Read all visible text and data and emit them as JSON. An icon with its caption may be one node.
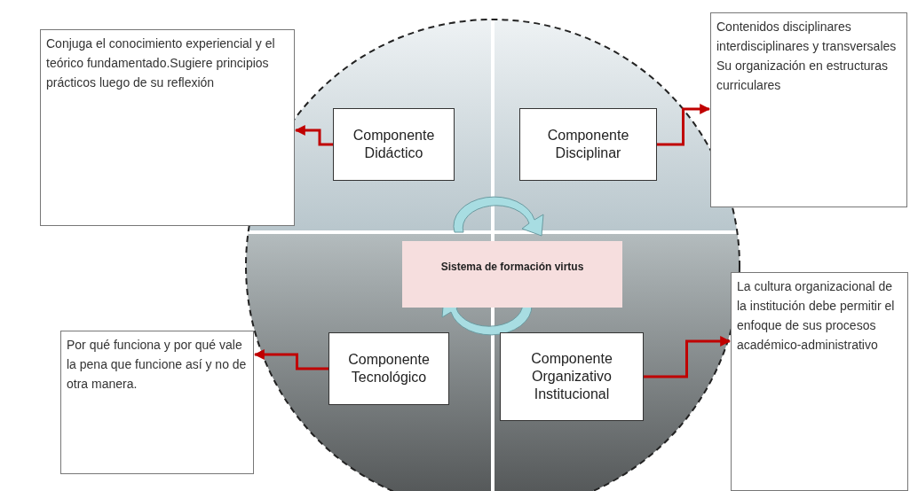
{
  "diagram": {
    "nodes": [
      {
        "text": [
          "Conjuga el conocimiento experiencial y el teórico fundamentado.Sugiere principios prácticos luego de su reflexión"
        ]
      },
      {
        "text": [
          "Componente Didáctico"
        ]
      },
      {
        "text": [
          "Componente Disciplinar"
        ]
      },
      {
        "text": [
          "Contenidos disciplinares interdisciplinares y transversales Su organización en estructuras curriculares"
        ]
      },
      {
        "text": [
          "Sistema de formación virtus"
        ]
      },
      {
        "text": [
          "Por qué funciona y por qué vale la pena que funcione así y no de otra manera."
        ]
      },
      {
        "text": [
          "Componente Tecnológico"
        ]
      },
      {
        "text": [
          "Componente Organizativo Institucional"
        ]
      },
      {
        "text": [
          "La cultura organizacional de la institución debe permitir el enfoque de sus procesos académico-administrativo"
        ]
      }
    ],
    "edges": [
      {
        "from": 1,
        "to": 0,
        "arrow": "to"
      },
      {
        "from": 2,
        "to": 3,
        "arrow": "to"
      },
      {
        "from": 6,
        "to": 5,
        "arrow": "to"
      },
      {
        "from": 7,
        "to": 8,
        "arrow": "to"
      }
    ]
  }
}
